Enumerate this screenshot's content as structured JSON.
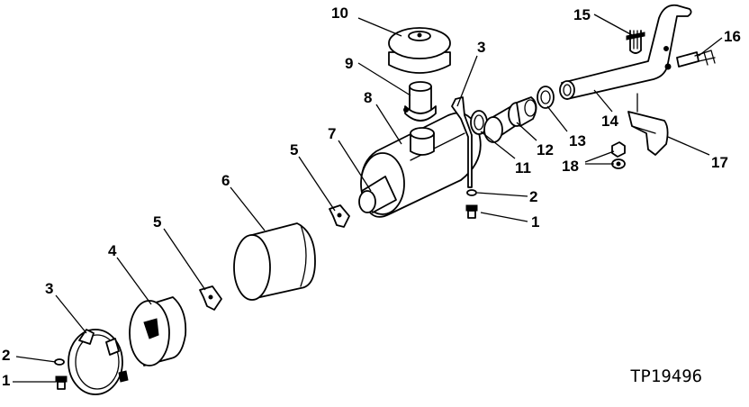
{
  "diagram": {
    "reference_code": "TP19496",
    "callouts": {
      "c1": "1",
      "c2": "2",
      "c3": "3",
      "c4": "4",
      "c5": "5",
      "c6": "6",
      "c7": "7",
      "c8": "8",
      "c9": "9",
      "c10": "10",
      "c11": "11",
      "c12": "12",
      "c13": "13",
      "c14": "14",
      "c15": "15",
      "c16": "16",
      "c17": "17",
      "c18": "18"
    },
    "colors": {
      "ink": "#000000",
      "paper": "#ffffff"
    }
  }
}
